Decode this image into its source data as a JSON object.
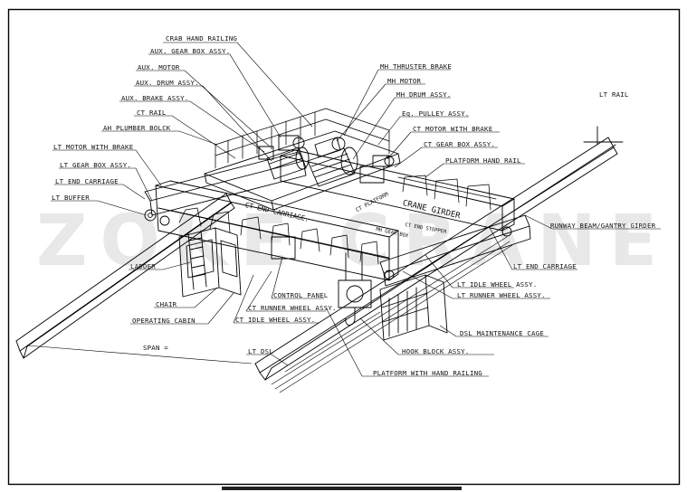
{
  "watermark": "ZOKE CRANE",
  "labels": {
    "crab_hand_railing": "CRAB HAND RAILING",
    "aux_gear_box": "AUX. GEAR BOX ASSY.",
    "aux_motor": "AUX. MOTOR",
    "aux_drum": "AUX. DRUM ASSY.",
    "aux_brake": "AUX. BRAKE ASSY.",
    "ct_rail": "CT RAIL",
    "ah_plumber_block": "AH PLUMBER BOLCK",
    "lt_motor_brake": "LT MOTOR WITH BRAKE",
    "lt_gear_box": "LT GEAR BOX ASSY.",
    "lt_end_carriage_left": "LT END CARRIAGE",
    "lt_buffer": "LT BUFFER",
    "mh_thruster_brake": "MH THRUSTER BRAKE",
    "mh_motor": "MH MOTOR",
    "mh_drum": "MH DRUM ASSY.",
    "eq_pulley": "Eq. PULLEY ASSY.",
    "ct_motor_brake": "CT MOTOR WITH BRAKE",
    "ct_gear_box": "CT GEAR BOX ASSY.",
    "platform_hand_rail": "PLATFORM HAND RAIL",
    "lt_rail": "LT RAIL",
    "runway_beam": "RUNWAY BEAM/GANTRY GIRDER",
    "lt_end_carriage_right": "LT END CARRIAGE",
    "lt_idle_wheel": "LT IDLE WHEEL ASSY.",
    "lt_runner_wheel": "LT RUNNER WHEEL ASSY.",
    "dsl_cage": "DSL MAINTENANCE CAGE",
    "hook_block": "HOOK BLOCK ASSY.",
    "platform_hand_railing": "PLATFORM WITH HAND RAILING",
    "lt_dsl": "LT DSL",
    "span": "SPAN =",
    "ladder": "LADDER",
    "chair": "CHAIR",
    "operating_cabin": "OPERATING CABIN",
    "control_panel": "CONTROL PANEL",
    "ct_runner_wheel": "CT RUNNER WHEEL ASSY.",
    "ct_idle_wheel": "CT IDLE WHEEL ASSY."
  },
  "part_tags": {
    "ct_end_carriage": "CT END CARRIAGE.",
    "crane_girder": "CRANE GIRDER",
    "ct_platform": "CT PLATFORM",
    "ct_end_stopper": "CT END STOPPER",
    "mh_gear_box": "MH GEAR BOX"
  }
}
